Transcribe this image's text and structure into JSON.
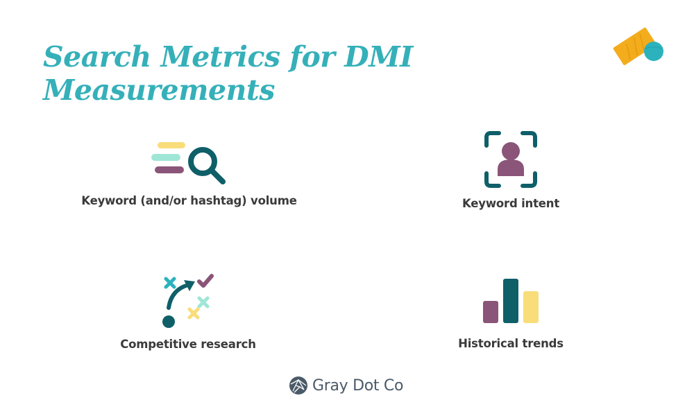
{
  "slide": {
    "title_line1": "Search Metrics for DMI",
    "title_line2": "Measurements"
  },
  "metrics": [
    {
      "label": "Keyword (and/or hashtag) volume",
      "icon": "magnifier-with-lines-icon"
    },
    {
      "label": "Keyword intent",
      "icon": "person-focus-icon"
    },
    {
      "label": "Competitive research",
      "icon": "strategy-play-icon"
    },
    {
      "label": "Historical trends",
      "icon": "bar-chart-icon"
    }
  ],
  "footer": {
    "brand": "Gray Dot Co",
    "icon": "gray-dot-logo-icon"
  },
  "colors": {
    "title": "#35b0b9",
    "teal_dark": "#0f5f69",
    "plum": "#8a5578",
    "yellow": "#f8dd7a",
    "mint": "#9fe6d6",
    "orange": "#f3ac1b",
    "cyan": "#2bb2bd",
    "label_text": "#3a3a3a",
    "brand_text": "#4a5a68"
  }
}
